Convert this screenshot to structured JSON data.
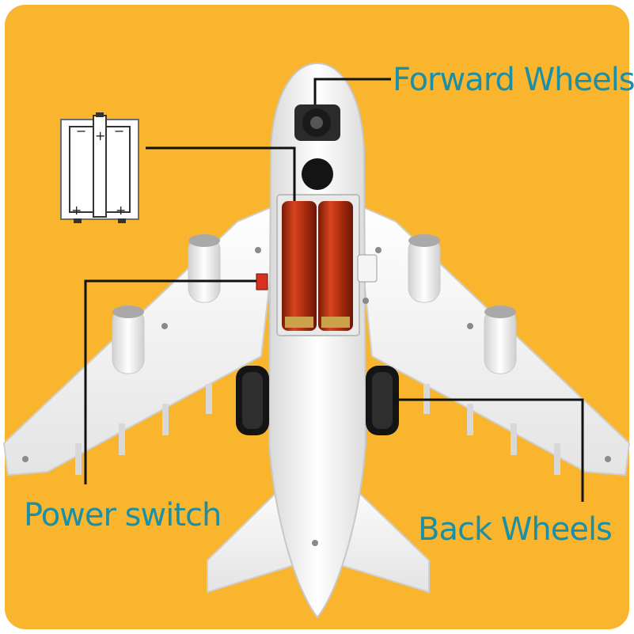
{
  "labels": {
    "forward_wheels": "Forward Wheels",
    "power_switch": "Power switch",
    "back_wheels": "Back Wheels"
  },
  "battery_symbol": {
    "terminals": [
      "−",
      "+",
      "−",
      "+",
      "+"
    ]
  },
  "colors": {
    "background": "#f8b52d",
    "label_text": "#1b8fa8",
    "leader_line": "#111111",
    "plane_body": "#f3f3f3",
    "battery": "#b02a12",
    "switch": "#d9301f"
  }
}
